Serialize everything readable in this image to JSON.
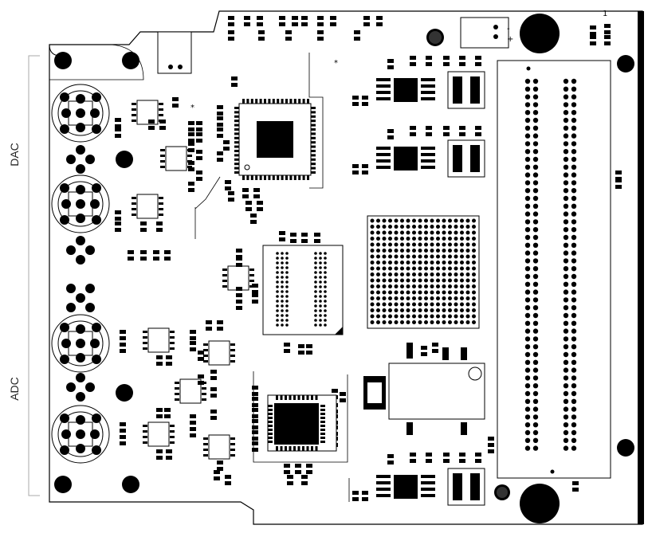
{
  "labels": {
    "dac": "DAC",
    "adc": "ADC"
  },
  "marks": {
    "star": "*",
    "minus": "-",
    "plus": "+",
    "one": "1"
  },
  "colors": {
    "copper": "#000000",
    "board": "#ffffff",
    "outline": "#000000"
  }
}
